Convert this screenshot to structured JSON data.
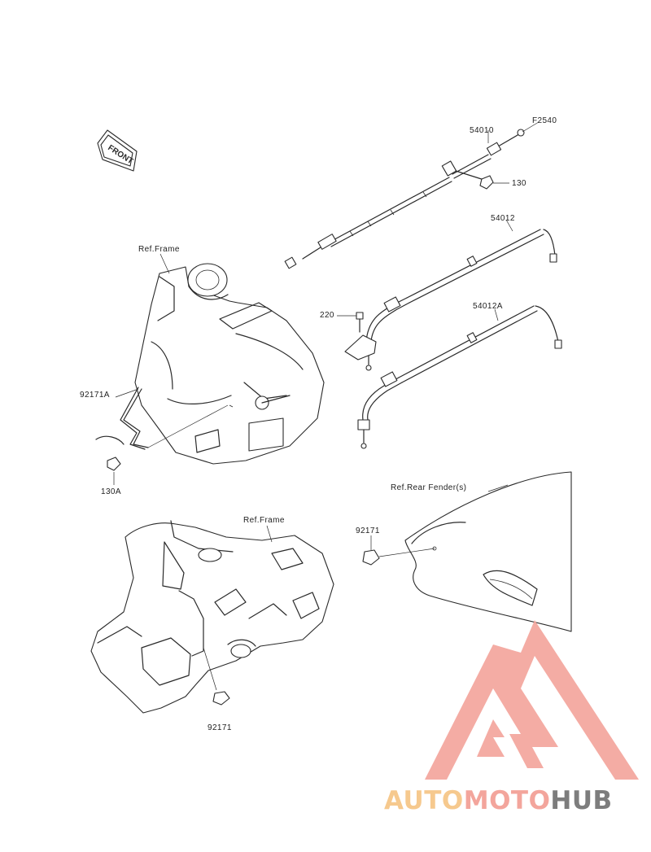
{
  "direction_badge": "FRONT",
  "labels": {
    "ref_frame_top": "Ref.Frame",
    "ref_frame_bottom": "Ref.Frame",
    "ref_rear_fender": "Ref.Rear Fender(s)",
    "p_f2540": "F2540",
    "p_54010": "54010",
    "p_130": "130",
    "p_54012": "54012",
    "p_54012a": "54012A",
    "p_220": "220",
    "p_92171a": "92171A",
    "p_130a": "130A",
    "p_92171_right": "92171",
    "p_92171_bottom": "92171"
  },
  "watermark": {
    "part1": "AUTO",
    "part2": "MOTO",
    "part3": "HUB",
    "colors": {
      "logo": "#f3a59c",
      "auto": "#f6c98e",
      "moto": "#f3a59c",
      "hub": "#7d7d7d"
    }
  }
}
